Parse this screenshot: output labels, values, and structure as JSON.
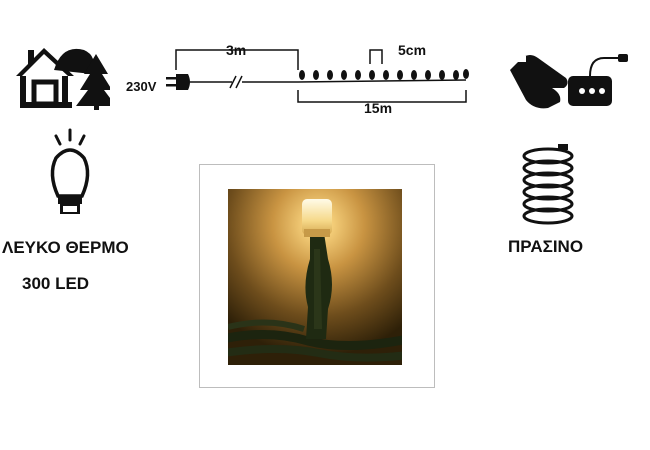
{
  "diagram": {
    "lead_length": "3m",
    "spacing": "5cm",
    "total_length": "15m",
    "voltage": "230V"
  },
  "product": {
    "color_temp": "ΛΕΥΚΟ ΘΕΡΜΟ",
    "led_count": "300 LED",
    "cable_color": "ΠΡΑΣΙΝΟ"
  },
  "colors": {
    "ink": "#111111",
    "warm_light": "#f2c46a",
    "cable_green": "#1f2a12"
  },
  "icons": [
    "house-trees-icon",
    "led-string-diagram",
    "hand-controller-icon",
    "led-bulb-icon",
    "coiled-cable-icon"
  ]
}
